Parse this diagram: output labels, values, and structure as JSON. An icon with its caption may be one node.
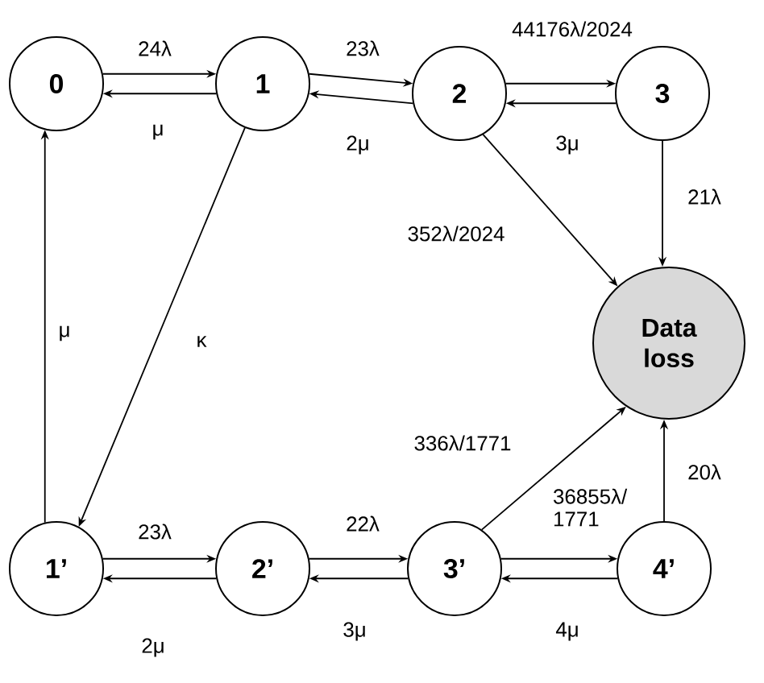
{
  "diagram": {
    "nodes": [
      {
        "text": [
          "0"
        ]
      },
      {
        "text": [
          "1"
        ]
      },
      {
        "text": [
          "2"
        ]
      },
      {
        "text": [
          "3"
        ]
      },
      {
        "text": [
          "Data loss"
        ]
      },
      {
        "text": [
          "1’"
        ]
      },
      {
        "text": [
          "2’"
        ]
      },
      {
        "text": [
          "3’"
        ]
      },
      {
        "text": [
          "4’"
        ]
      }
    ],
    "edges": [
      {
        "from": 0,
        "to": 1,
        "arrow": "to",
        "label": "24λ"
      },
      {
        "from": 1,
        "to": 0,
        "arrow": "to",
        "label": "μ"
      },
      {
        "from": 1,
        "to": 2,
        "arrow": "to",
        "label": "23λ"
      },
      {
        "from": 2,
        "to": 1,
        "arrow": "to",
        "label": "2μ"
      },
      {
        "from": 2,
        "to": 3,
        "arrow": "to",
        "label": "44176λ/2024"
      },
      {
        "from": 3,
        "to": 2,
        "arrow": "to",
        "label": "3μ"
      },
      {
        "from": 3,
        "to": 4,
        "arrow": "to",
        "label": "21λ"
      },
      {
        "from": 2,
        "to": 4,
        "arrow": "to",
        "label": "352λ/2024"
      },
      {
        "from": 1,
        "to": 5,
        "arrow": "to",
        "label": "κ"
      },
      {
        "from": 5,
        "to": 0,
        "arrow": "to",
        "label": "μ"
      },
      {
        "from": 5,
        "to": 6,
        "arrow": "to",
        "label": "23λ"
      },
      {
        "from": 6,
        "to": 5,
        "arrow": "to",
        "label": "2μ"
      },
      {
        "from": 6,
        "to": 7,
        "arrow": "to",
        "label": "22λ"
      },
      {
        "from": 7,
        "to": 6,
        "arrow": "to",
        "label": "3μ"
      },
      {
        "from": 7,
        "to": 8,
        "arrow": "to",
        "label": "36855λ/ 1771"
      },
      {
        "from": 8,
        "to": 7,
        "arrow": "to",
        "label": "4μ"
      },
      {
        "from": 7,
        "to": 4,
        "arrow": "to",
        "label": "336λ/1771"
      },
      {
        "from": 8,
        "to": 4,
        "arrow": "to",
        "label": "20λ"
      }
    ]
  }
}
